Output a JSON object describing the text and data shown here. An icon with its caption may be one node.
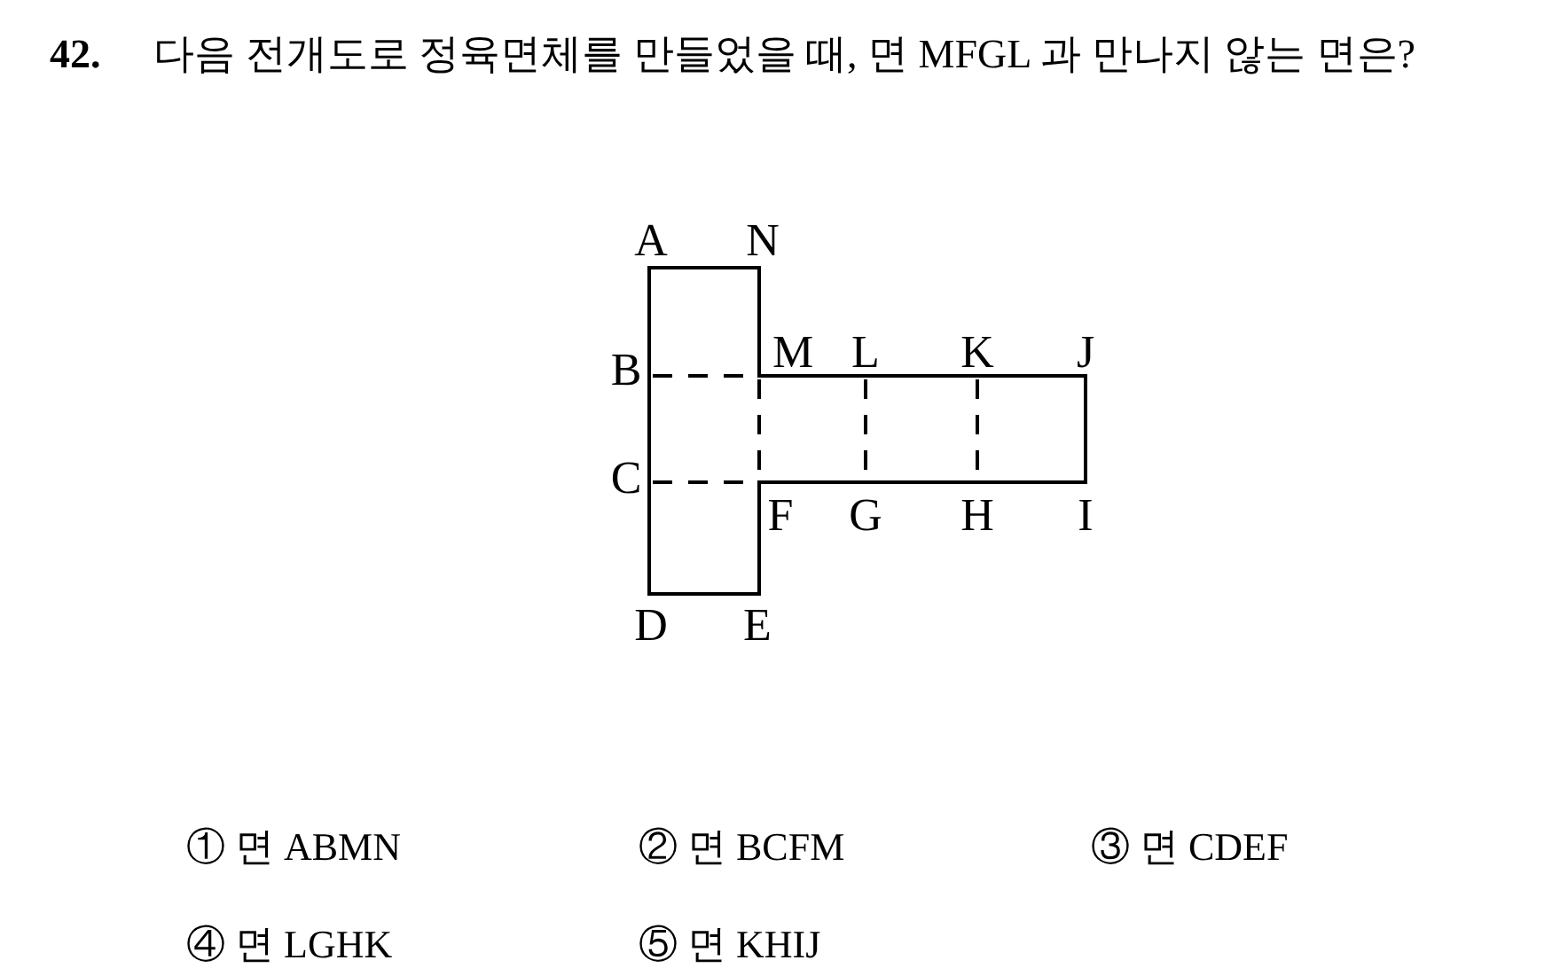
{
  "diagram": {
    "title": "**42.** 다음 전개도로 정육면체를 만들었을 때, 면 MFGL 과 만나지 않는 면은?",
    "labels": [
      "A",
      "N",
      "B",
      "M",
      "L",
      "K",
      "J",
      "C",
      "F",
      "G",
      "H",
      "I",
      "D",
      "E",
      "① 면 ABMN",
      "② 면 BCFM",
      "③ 면 CDEF",
      "④ 면 LGHK",
      "⑤ 면 KHIJ"
    ]
  }
}
